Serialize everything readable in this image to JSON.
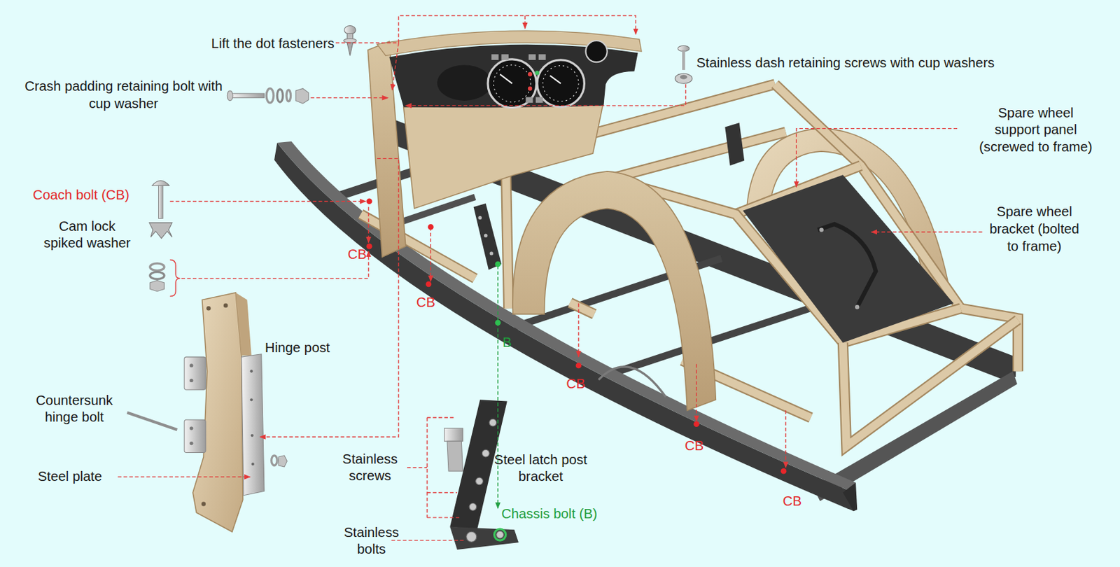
{
  "diagram": {
    "labels": [
      "Lift the dot fasteners",
      "Crash padding retaining bolt with cup washer",
      "Stainless dash retaining screws with cup washers",
      "Spare wheel support panel (screwed to frame)",
      "Spare wheel bracket (bolted to frame)",
      "Coach bolt (CB)",
      "Cam lock spiked washer",
      "CB",
      "CB",
      "B",
      "Hinge post",
      "CB",
      "Countersunk hinge bolt",
      "CB",
      "Steel plate",
      "Stainless screws",
      "Steel latch post bracket",
      "CB",
      "Chassis bolt (B)",
      "Stainless bolts"
    ]
  }
}
